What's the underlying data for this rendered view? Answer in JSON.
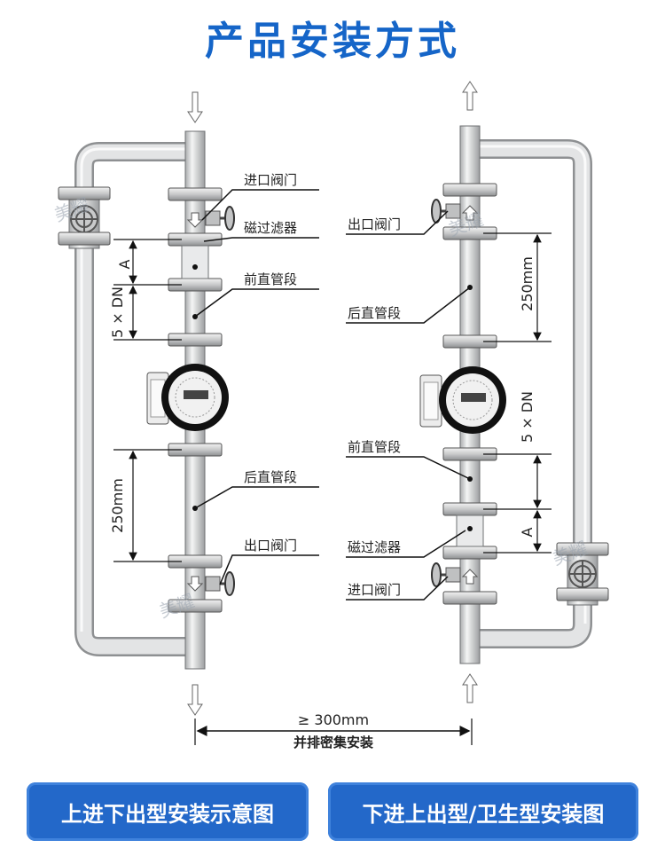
{
  "title": "产品安装方式",
  "left": {
    "labels": {
      "inlet_valve": "进口阀门",
      "magnetic_filter": "磁过滤器",
      "front_straight": "前直管段",
      "rear_straight": "后直管段",
      "outlet_valve": "出口阀门"
    },
    "dims": {
      "a": "A",
      "five_dn": "5 × DN",
      "len": "250mm"
    }
  },
  "right": {
    "labels": {
      "outlet_valve": "出口阀门",
      "rear_straight": "后直管段",
      "front_straight": "前直管段",
      "magnetic_filter": "磁过滤器",
      "inlet_valve": "进口阀门"
    },
    "dims": {
      "len": "250mm",
      "five_dn": "5 × DN",
      "a": "A"
    }
  },
  "spacing": {
    "value": "≥ 300mm",
    "note": "并排密集安装"
  },
  "buttons": {
    "left": "上进下出型安装示意图",
    "right": "下进上出型/卫生型安装图"
  },
  "watermark": "美耀",
  "colors": {
    "title": "#1565c8",
    "button": "#2368c9",
    "pipe": "#d9dadb",
    "meter_ring": "#111111"
  }
}
